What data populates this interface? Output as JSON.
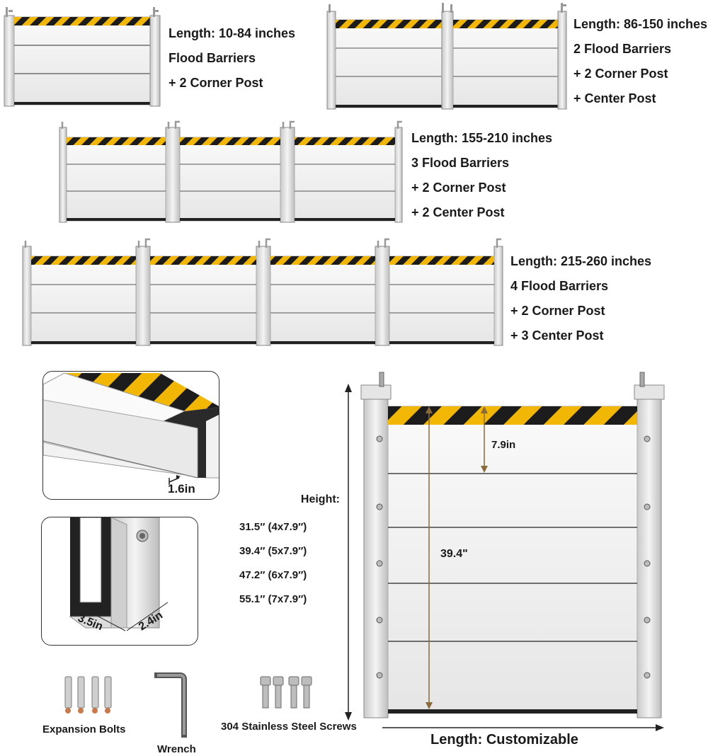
{
  "configs": [
    {
      "panels": 1,
      "lines": [
        "Length: 10-84 inches",
        "Flood Barriers",
        "+ 2 Corner Post"
      ]
    },
    {
      "panels": 2,
      "lines": [
        "Length: 86-150 inches",
        "2 Flood Barriers",
        "+ 2 Corner Post",
        "+ Center Post"
      ]
    },
    {
      "panels": 3,
      "lines": [
        "Length: 155-210 inches",
        "3 Flood Barriers",
        "+ 2 Corner Post",
        "+ 2 Center Post"
      ]
    },
    {
      "panels": 4,
      "lines": [
        "Length: 215-260 inches",
        "4 Flood Barriers",
        "+ 2 Corner Post",
        "+ 3 Center Post"
      ]
    }
  ],
  "profile_inset": {
    "width_label": "1.6in"
  },
  "post_inset": {
    "depth_label": "3.5in",
    "width_label": "2.4in"
  },
  "height_spec": {
    "title": "Height:",
    "options": [
      "31.5″ (4x7.9″)",
      "39.4″ (5x7.9″)",
      "47.2″ (6x7.9″)",
      "55.1″ (7x7.9″)"
    ]
  },
  "main_diagram": {
    "panel_height_label": "7.9in",
    "total_height_label": "39.4\"",
    "length_label": "Length: Customizable",
    "panel_count": 5
  },
  "accessories": {
    "bolts_label": "Expansion Bolts",
    "wrench_label": "Wrench",
    "screws_label": "304 Stainless Steel Screws"
  },
  "colors": {
    "stripe_yellow": "#f2b705",
    "stripe_black": "#1c1c1c",
    "panel": "#f3f3f3",
    "frame": "#d9d9d9",
    "outline": "#555555"
  }
}
